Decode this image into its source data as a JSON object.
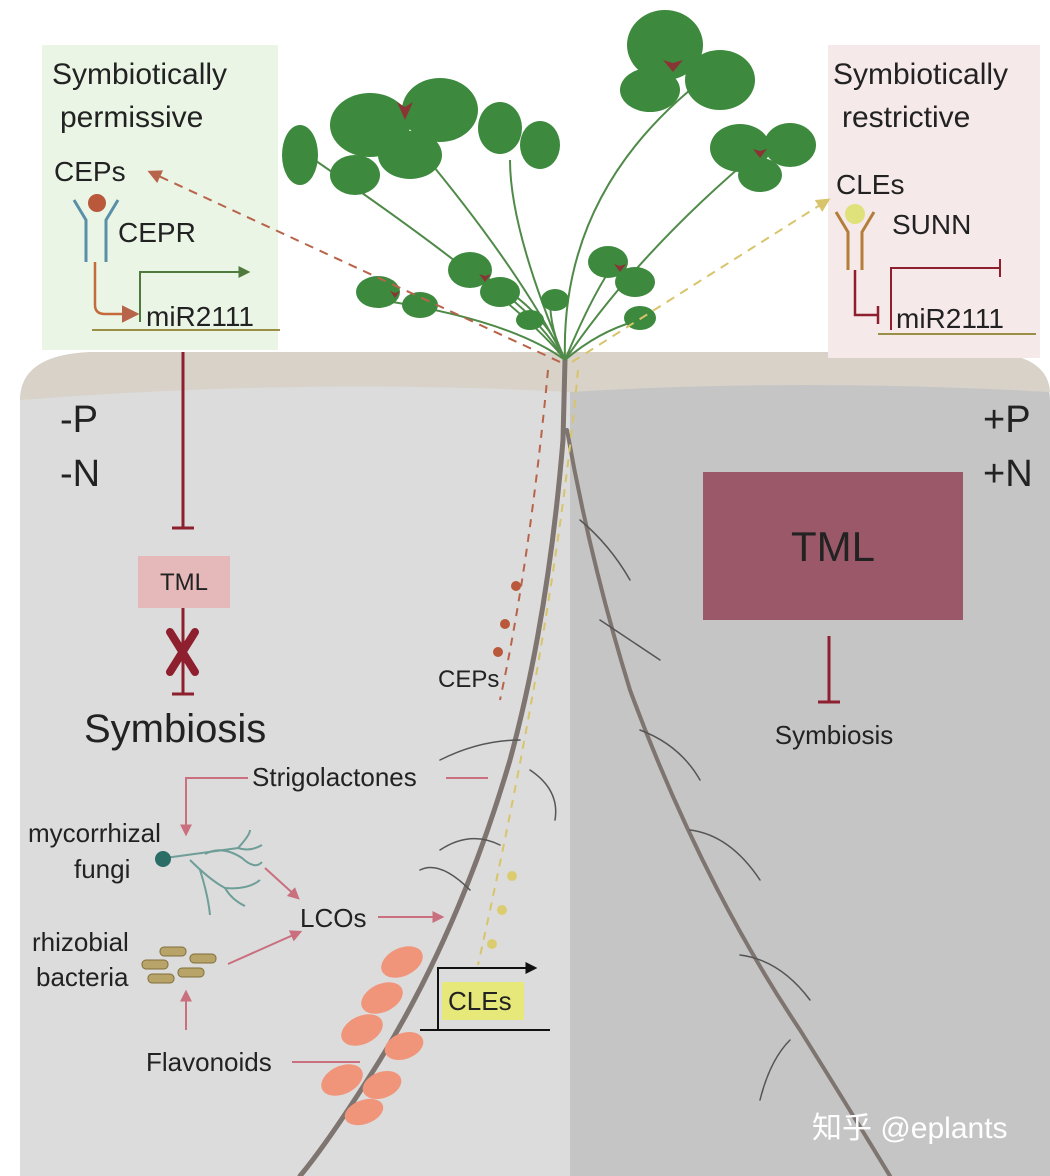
{
  "left_panel": {
    "title_line1": "Symbiotically",
    "title_line2": "permissive",
    "peptide": "CEPs",
    "receptor": "CEPR",
    "gene": "miR2111"
  },
  "right_panel": {
    "title_line1": "Symbiotically",
    "title_line2": "restrictive",
    "peptide": "CLEs",
    "receptor": "SUNN",
    "gene": "miR2111"
  },
  "left_soil": {
    "nutrient_p": "-P",
    "nutrient_n": "-N",
    "tml_label": "TML",
    "symbiosis_label": "Symbiosis"
  },
  "right_soil": {
    "nutrient_p": "+P",
    "nutrient_n": "+N",
    "tml_label": "TML",
    "symbiosis_label": "Symbiosis"
  },
  "root_labels": {
    "ceps": "CEPs",
    "strigolactones": "Strigolactones",
    "mycorrhizal_line1": "mycorrhizal",
    "mycorrhizal_line2": "fungi",
    "lcos": "LCOs",
    "rhizobial_line1": "rhizobial",
    "rhizobial_line2": "bacteria",
    "flavonoids": "Flavonoids",
    "cles": "CLEs"
  },
  "watermark": "知乎 @eplants",
  "colors": {
    "permissive_bg": "#eaf5e6",
    "restrictive_bg": "#f5e9e9",
    "soil_left": "#dcdcdc",
    "soil_right": "#c6c5c5",
    "soil_top": "#d8d2c9",
    "tml_strong": "#9b5869",
    "tml_weak": "#e5b9ba",
    "inhibition": "#8e1f2e",
    "cep_arrow": "#b8644a",
    "cle_arrow": "#d8c46a",
    "leaf": "#3d8a3e",
    "nodule": "#f0957a"
  }
}
